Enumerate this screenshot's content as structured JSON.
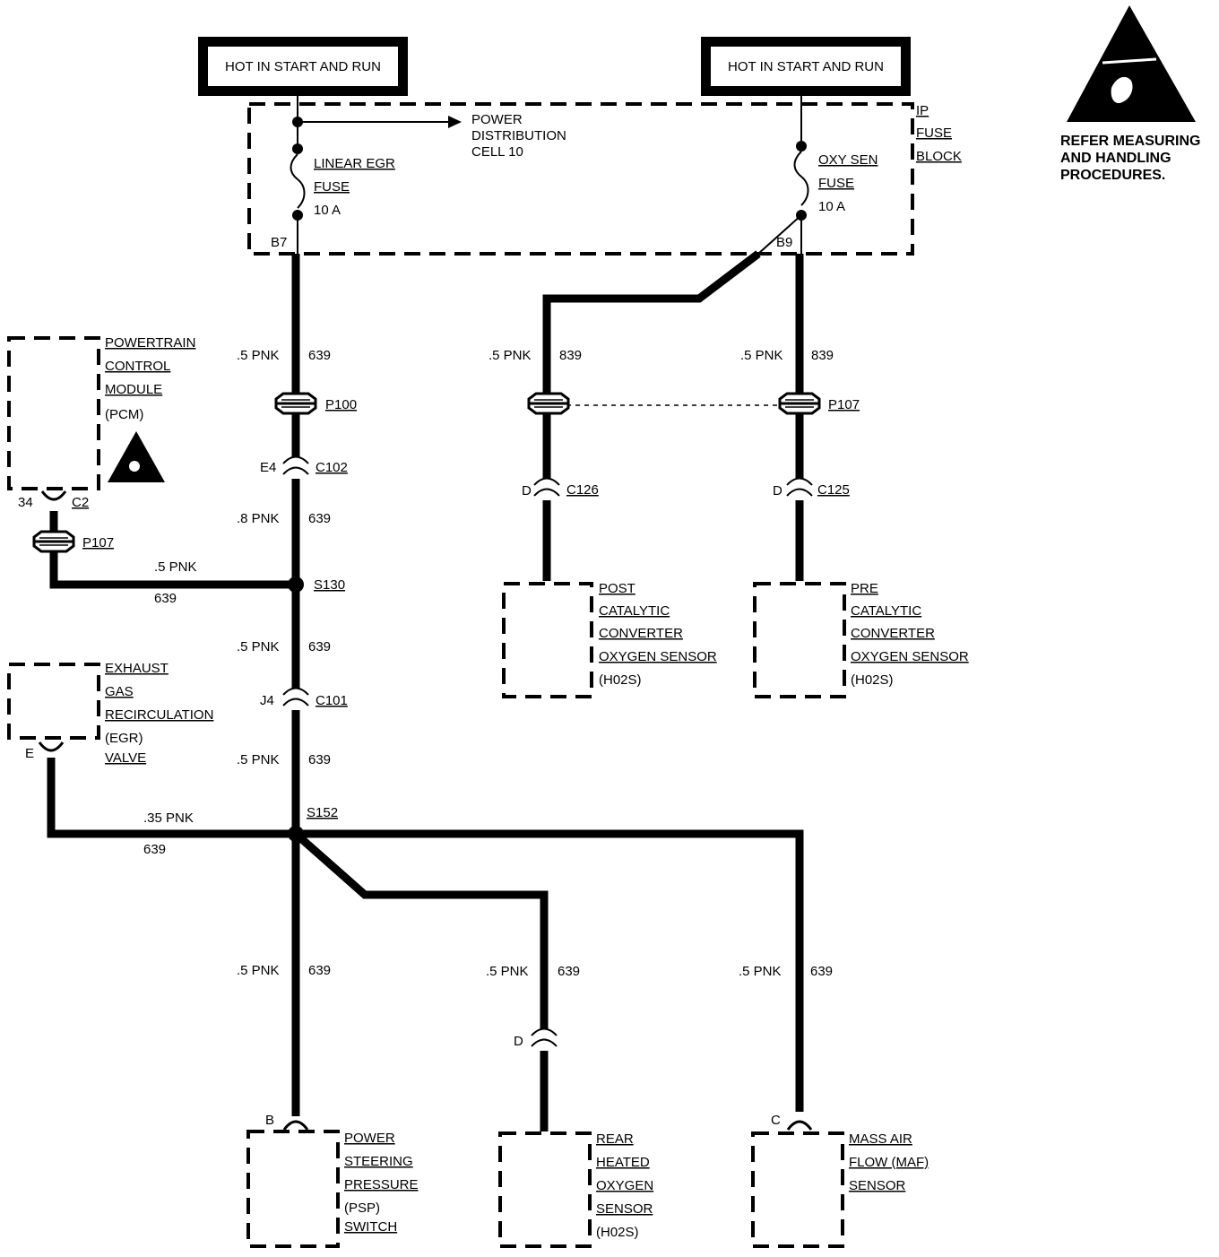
{
  "power_sources": {
    "left": "HOT IN START AND RUN",
    "right": "HOT IN START AND RUN"
  },
  "fuse_block": {
    "label": [
      "IP",
      "FUSE",
      "BLOCK"
    ],
    "distribution": [
      "POWER",
      "DISTRIBUTION",
      "CELL 10"
    ],
    "fuse_left": {
      "name": [
        "LINEAR EGR",
        "FUSE"
      ],
      "rating": "10 A",
      "terminal": "B7"
    },
    "fuse_right": {
      "name": [
        "OXY SEN",
        "FUSE"
      ],
      "rating": "10 A",
      "terminal": "B9"
    }
  },
  "esd_notice": [
    "REFER MEASURING",
    "AND HANDLING",
    "PROCEDURES."
  ],
  "wires": {
    "main_top": {
      "gauge": ".5 PNK",
      "circuit": "639"
    },
    "post_top": {
      "gauge": ".5 PNK",
      "circuit": "839"
    },
    "pre_top": {
      "gauge": ".5 PNK",
      "circuit": "839"
    },
    "main_mid": {
      "gauge": ".8 PNK",
      "circuit": "639"
    },
    "pcm_branch": {
      "gauge": ".5 PNK",
      "circuit": "639"
    },
    "main_low": {
      "gauge": ".5 PNK",
      "circuit": "639"
    },
    "main_below_c101": {
      "gauge": ".5 PNK",
      "circuit": "639"
    },
    "egr_branch": {
      "gauge": ".35 PNK",
      "circuit": "639"
    },
    "psp_wire": {
      "gauge": ".5 PNK",
      "circuit": "639"
    },
    "rear_wire": {
      "gauge": ".5 PNK",
      "circuit": "639"
    },
    "maf_wire": {
      "gauge": ".5 PNK",
      "circuit": "639"
    }
  },
  "connectors": {
    "p100": "P100",
    "p107_right": "P107",
    "p107_left": "P107",
    "c102": {
      "name": "C102",
      "pin": "E4"
    },
    "c101": {
      "name": "C101",
      "pin": "J4"
    },
    "c126": {
      "name": "C126",
      "pin": "D"
    },
    "c125": {
      "name": "C125",
      "pin": "D"
    },
    "pcm_conn": {
      "name": "C2",
      "pin": "34"
    },
    "egr_pin": "E",
    "rear_pin": "D",
    "psp_pin": "B",
    "maf_pin": "C"
  },
  "splices": {
    "s130": "S130",
    "s152": "S152"
  },
  "components": {
    "pcm": [
      "POWERTRAIN",
      "CONTROL",
      "MODULE",
      "(PCM)"
    ],
    "egr": [
      "EXHAUST",
      "GAS",
      "RECIRCULATION",
      "(EGR)",
      "VALVE"
    ],
    "post": [
      "POST",
      "CATALYTIC",
      "CONVERTER",
      "OXYGEN SENSOR",
      "(H02S)"
    ],
    "pre": [
      "PRE",
      "CATALYTIC",
      "CONVERTER",
      "OXYGEN SENSOR",
      "(H02S)"
    ],
    "psp": [
      "POWER",
      "STEERING",
      "PRESSURE",
      "(PSP)",
      "SWITCH"
    ],
    "rear": [
      "REAR",
      "HEATED",
      "OXYGEN",
      "SENSOR",
      "(H02S)"
    ],
    "maf": [
      "MASS AIR",
      "FLOW (MAF)",
      "SENSOR"
    ]
  }
}
